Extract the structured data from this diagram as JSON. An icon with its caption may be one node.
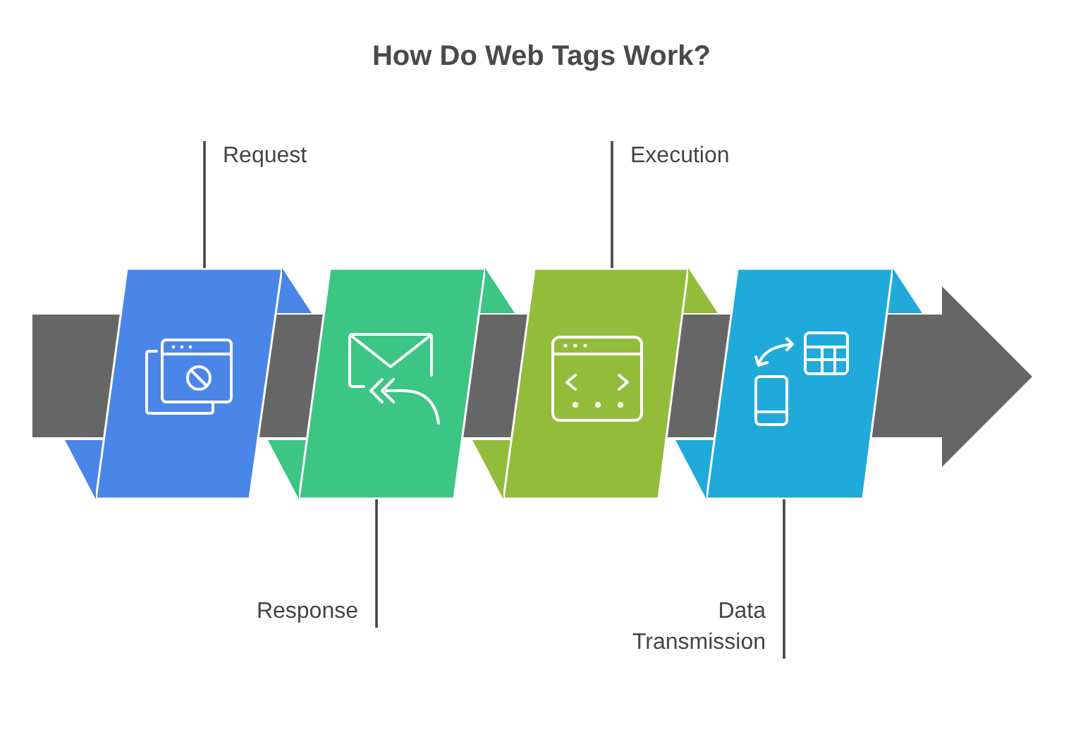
{
  "diagram": {
    "title": "How Do Web Tags Work?",
    "nodes": [
      {
        "text": [],
        "shape": "parallelogram"
      },
      {
        "text": [],
        "shape": "parallelogram"
      },
      {
        "text": [],
        "shape": "parallelogram"
      },
      {
        "text": [],
        "shape": "parallelogram"
      },
      {
        "text": [
          "Request"
        ]
      },
      {
        "text": [
          "Response"
        ]
      },
      {
        "text": [
          "Execution"
        ]
      },
      {
        "text": [
          "Data Transmission"
        ]
      }
    ],
    "edges": [
      {
        "from": 4,
        "to": 0,
        "arrow": "none"
      },
      {
        "from": 5,
        "to": 1,
        "arrow": "none"
      },
      {
        "from": 6,
        "to": 2,
        "arrow": "none"
      },
      {
        "from": 7,
        "to": 3,
        "arrow": "none"
      }
    ]
  }
}
